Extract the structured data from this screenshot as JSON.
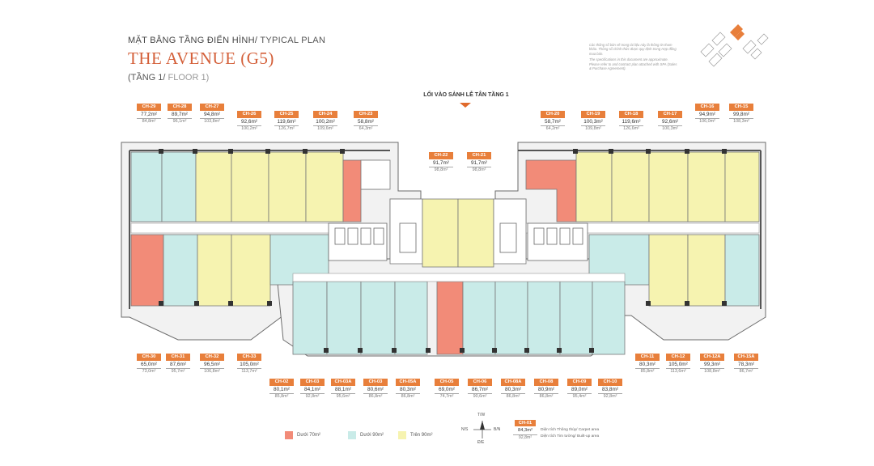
{
  "header": {
    "subtitle_vi": "MẶT BẰNG TẦNG ĐIỂN HÌNH/",
    "subtitle_en": " TYPICAL PLAN",
    "title": "THE AVENUE (G5)",
    "floor_vi": "(TẦNG 1/ ",
    "floor_en": "FLOOR 1)"
  },
  "note": {
    "line_vi": "Các thông số bản vẽ trong tài liệu này là thông tin tham khảo. Thông số chính thức được quy định trong Hợp đồng mua bán.",
    "line_en": "The specifications in this document are approximate. Please refer to and contract plan attached with SPA (Sales & Purchase Agreement)."
  },
  "entrance_label": "LỐI VÀO SẢNH LỄ TÂN TẦNG 1",
  "colors": {
    "under70": "#f28b78",
    "under90": "#c9ebe8",
    "over90": "#f6f3b0",
    "wall": "#555555",
    "accent": "#e87f3b"
  },
  "units_top": [
    {
      "code": "CH-29",
      "carpet": "77,2m²",
      "built": "84,8m²"
    },
    {
      "code": "CH-28",
      "carpet": "89,7m²",
      "built": "96,1m²"
    },
    {
      "code": "CH-27",
      "carpet": "94,8m²",
      "built": "103,8m²"
    },
    {
      "code": "CH-26",
      "carpet": "92,6m²",
      "built": "100,2m²"
    },
    {
      "code": "CH-25",
      "carpet": "119,6m²",
      "built": "126,7m²"
    },
    {
      "code": "CH-24",
      "carpet": "100,2m²",
      "built": "109,6m²"
    },
    {
      "code": "CH-23",
      "carpet": "58,8m²",
      "built": "64,3m²"
    },
    {
      "code": "CH-22",
      "carpet": "91,7m²",
      "built": "98,8m²"
    },
    {
      "code": "CH-21",
      "carpet": "91,7m²",
      "built": "98,8m²"
    },
    {
      "code": "CH-20",
      "carpet": "58,7m²",
      "built": "64,2m²"
    },
    {
      "code": "CH-19",
      "carpet": "100,3m²",
      "built": "109,8m²"
    },
    {
      "code": "CH-18",
      "carpet": "119,6m²",
      "built": "126,6m²"
    },
    {
      "code": "CH-17",
      "carpet": "92,6m²",
      "built": "100,3m²"
    },
    {
      "code": "CH-16",
      "carpet": "94,9m²",
      "built": "106,0m²"
    },
    {
      "code": "CH-15",
      "carpet": "99,8m²",
      "built": "108,3m²"
    }
  ],
  "units_bottom": [
    {
      "code": "CH-30",
      "carpet": "65,0m²",
      "built": "73,0m²"
    },
    {
      "code": "CH-31",
      "carpet": "87,6m²",
      "built": "95,7m²"
    },
    {
      "code": "CH-32",
      "carpet": "96,5m²",
      "built": "106,8m²"
    },
    {
      "code": "CH-33",
      "carpet": "105,0m²",
      "built": "113,7m²"
    },
    {
      "code": "CH-11",
      "carpet": "80,3m²",
      "built": "85,8m²"
    },
    {
      "code": "CH-12",
      "carpet": "105,0m²",
      "built": "113,6m²"
    },
    {
      "code": "CH-12A",
      "carpet": "99,3m²",
      "built": "108,8m²"
    },
    {
      "code": "CH-15A",
      "carpet": "78,3m²",
      "built": "86,7m²"
    }
  ],
  "units_front": [
    {
      "code": "CH-02",
      "carpet": "80,1m²",
      "built": "85,8m²"
    },
    {
      "code": "CH-03",
      "carpet": "84,1m²",
      "built": "92,8m²"
    },
    {
      "code": "CH-03A",
      "carpet": "88,1m²",
      "built": "95,6m²"
    },
    {
      "code": "CH-03",
      "carpet": "80,6m²",
      "built": "86,8m²"
    },
    {
      "code": "CH-05A",
      "carpet": "80,3m²",
      "built": "86,8m²"
    },
    {
      "code": "CH-05",
      "carpet": "69,0m²",
      "built": "74,7m²"
    },
    {
      "code": "CH-06",
      "carpet": "86,7m²",
      "built": "90,6m²"
    },
    {
      "code": "CH-08A",
      "carpet": "80,3m²",
      "built": "86,8m²"
    },
    {
      "code": "CH-08",
      "carpet": "80,9m²",
      "built": "86,8m²"
    },
    {
      "code": "CH-09",
      "carpet": "89,0m²",
      "built": "95,4m²"
    },
    {
      "code": "CH-10",
      "carpet": "83,8m²",
      "built": "92,8m²"
    }
  ],
  "legend": [
    {
      "label": "Dưới 70m²"
    },
    {
      "label": "Dưới 90m²"
    },
    {
      "label": "Trên 90m²"
    }
  ],
  "key": {
    "code": "CH-01",
    "carpet": "84,3m²",
    "built": "92,8m²",
    "carpet_desc": "Diện tích Thông thủy/ Carpet area",
    "built_desc": "Diện tích Tim tường/ Built-up area"
  },
  "compass": {
    "n": "T/W",
    "s": "Đ/E",
    "w": "N/S",
    "e": "B/N"
  }
}
